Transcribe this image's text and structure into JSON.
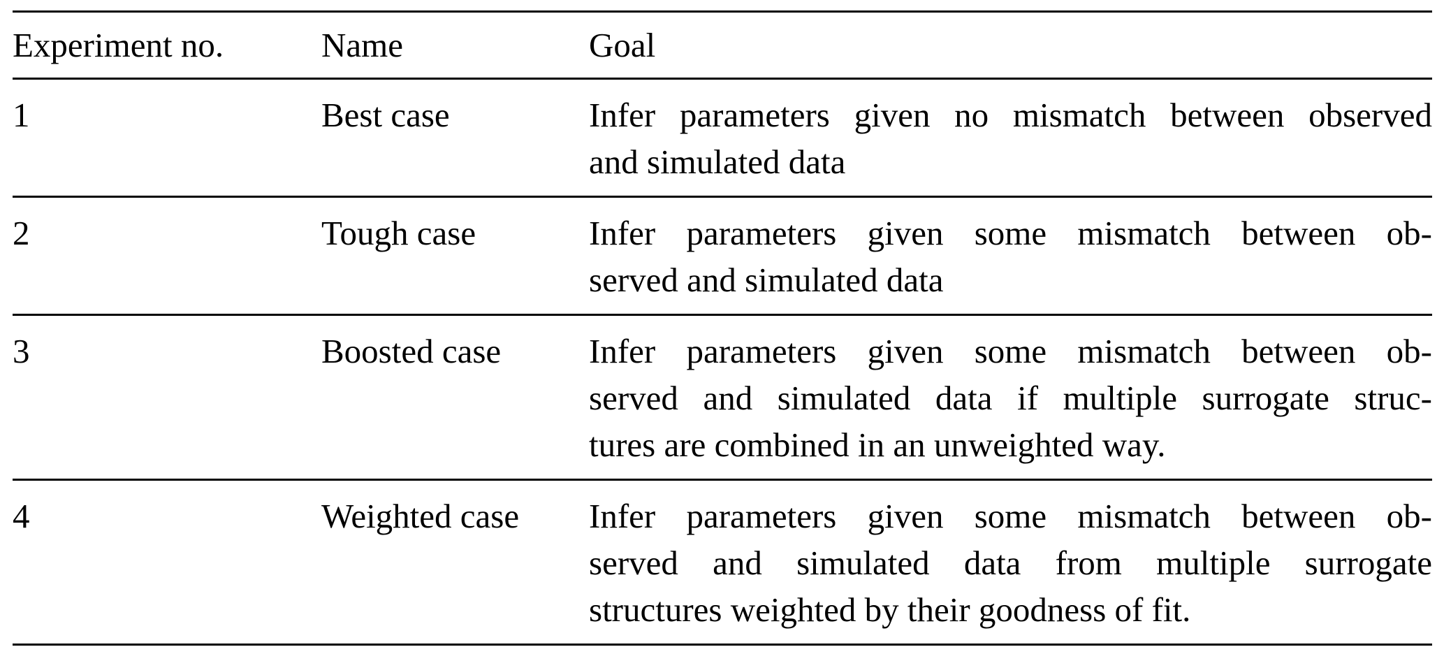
{
  "table": {
    "columns": [
      {
        "key": "no",
        "label": "Experiment no."
      },
      {
        "key": "name",
        "label": "Name"
      },
      {
        "key": "goal",
        "label": "Goal"
      }
    ],
    "rows": [
      {
        "no": "1",
        "name": "Best case",
        "goal_lines": [
          "Infer parameters given no mismatch between observed",
          "and simulated data"
        ]
      },
      {
        "no": "2",
        "name": "Tough case",
        "goal_lines": [
          "Infer parameters given some mismatch between ob-",
          "served and simulated data"
        ]
      },
      {
        "no": "3",
        "name": "Boosted case",
        "goal_lines": [
          "Infer parameters given some mismatch between ob-",
          "served and simulated data if multiple surrogate struc-",
          "tures are combined in an unweighted way."
        ]
      },
      {
        "no": "4",
        "name": "Weighted case",
        "goal_lines": [
          "Infer parameters given some mismatch between ob-",
          "served and simulated data from multiple surrogate",
          "structures weighted by their goodness of fit."
        ]
      }
    ]
  },
  "colors": {
    "text": "#000000",
    "background": "#ffffff",
    "rule": "#000000"
  }
}
